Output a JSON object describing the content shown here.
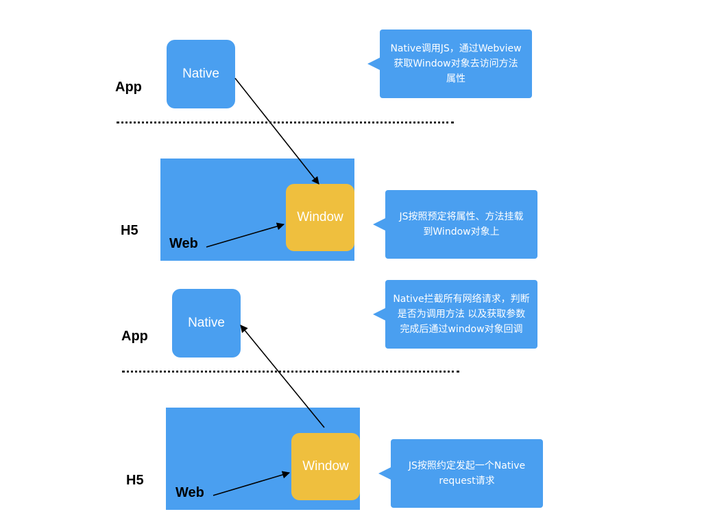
{
  "diagram1": {
    "app_label": "App",
    "native_label": "Native",
    "h5_label": "H5",
    "window_label": "Window",
    "web_label": "Web",
    "callout_top": "Native调用JS，通过Webview\n获取Window对象去访问方法\n属性",
    "callout_bottom": "JS按照预定将属性、方法挂载\n到Window对象上"
  },
  "diagram2": {
    "app_label": "App",
    "native_label": "Native",
    "h5_label": "H5",
    "window_label": "Window",
    "web_label": "Web",
    "callout_top": "Native拦截所有网络请求，判断\n是否为调用方法 以及获取参数\n完成后通过window对象回调",
    "callout_bottom": "JS按照约定发起一个Native\nrequest请求"
  },
  "colors": {
    "blue": "#4a9ff0",
    "yellow": "#efbf3e"
  }
}
